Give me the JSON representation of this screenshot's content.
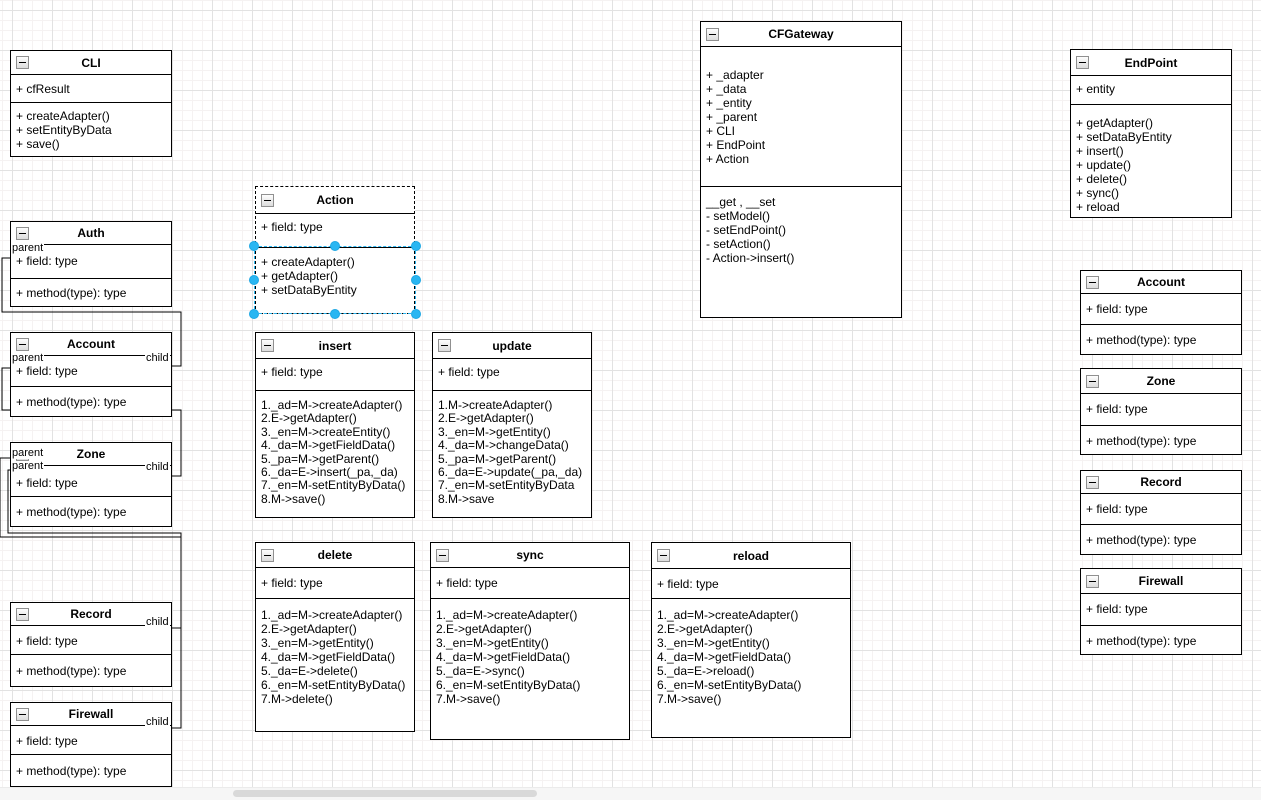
{
  "colors": {
    "box_border": "#000000",
    "box_fill": "#ffffff",
    "selection_handle": "#29b6f2",
    "grid_major": "#e2e2e2",
    "grid_minor": "#f5f2f2",
    "scrollbar_thumb": "#d9d9d9"
  },
  "classes": [
    {
      "id": "cli",
      "title": "CLI",
      "fields": [
        "+ cfResult"
      ],
      "methods": [
        "+ createAdapter()",
        "+ setEntityByData",
        "+ save()"
      ]
    },
    {
      "id": "auth",
      "title": "Auth",
      "fields": [
        "+ field: type"
      ],
      "methods": [
        "+ method(type): type"
      ]
    },
    {
      "id": "account-left",
      "title": "Account",
      "fields": [
        "+ field: type"
      ],
      "methods": [
        "+ method(type): type"
      ]
    },
    {
      "id": "zone-left",
      "title": "Zone",
      "fields": [
        "+ field: type"
      ],
      "methods": [
        "+ method(type): type"
      ]
    },
    {
      "id": "record-left",
      "title": "Record",
      "fields": [
        "+ field: type"
      ],
      "methods": [
        "+ method(type): type"
      ]
    },
    {
      "id": "firewall-left",
      "title": "Firewall",
      "fields": [
        "+ field: type"
      ],
      "methods": [
        "+ method(type): type"
      ]
    },
    {
      "id": "action",
      "title": "Action",
      "dashed": true,
      "selected": true,
      "fields": [
        "+ field: type"
      ],
      "methods": [
        "+ createAdapter()",
        "+ getAdapter()",
        "+ setDataByEntity"
      ]
    },
    {
      "id": "insert",
      "title": "insert",
      "fields": [
        "+ field: type"
      ],
      "methods": [
        "1._ad=M->createAdapter()",
        "2.E->getAdapter()",
        "3._en=M->createEntity()",
        "4._da=M->getFieldData()",
        "5._pa=M->getParent()",
        "6._da=E->insert(_pa,_da)",
        "7._en=M-setEntityByData()",
        "8.M->save()"
      ]
    },
    {
      "id": "update",
      "title": "update",
      "fields": [
        "+ field: type"
      ],
      "methods": [
        "1.M->createAdapter()",
        "2.E->getAdapter()",
        "3._en=M->getEntity()",
        "4._da=M->changeData()",
        "5._pa=M->getParent()",
        "6._da=E->update(_pa,_da)",
        "7._en=M-setEntityByData",
        "8.M->save"
      ]
    },
    {
      "id": "delete",
      "title": "delete",
      "fields": [
        "+ field: type"
      ],
      "methods": [
        "1._ad=M->createAdapter()",
        "2.E->getAdapter()",
        "3._en=M->getEntity()",
        "4._da=M->getFieldData()",
        "5._da=E->delete()",
        "6._en=M-setEntityByData()",
        "7.M->delete()"
      ]
    },
    {
      "id": "sync",
      "title": "sync",
      "fields": [
        "+ field: type"
      ],
      "methods": [
        "1._ad=M->createAdapter()",
        "2.E->getAdapter()",
        "3._en=M->getEntity()",
        "4._da=M->getFieldData()",
        "5._da=E->sync()",
        "6._en=M-setEntityByData()",
        "7.M->save()"
      ]
    },
    {
      "id": "reload",
      "title": "reload",
      "fields": [
        "+ field: type"
      ],
      "methods": [
        "1._ad=M->createAdapter()",
        "2.E->getAdapter()",
        "3._en=M->getEntity()",
        "4._da=M->getFieldData()",
        "5._da=E->reload()",
        "6._en=M-setEntityByData()",
        "7.M->save()"
      ]
    },
    {
      "id": "cfgateway",
      "title": "CFGateway",
      "fields": [
        "+ _adapter",
        "+ _data",
        "+ _entity",
        "+ _parent",
        "+ CLI",
        "+ EndPoint",
        "+ Action"
      ],
      "methods": [
        "__get , __set",
        "- setModel()",
        "- setEndPoint()",
        "- setAction()",
        "- Action->insert()"
      ]
    },
    {
      "id": "endpoint",
      "title": "EndPoint",
      "fields": [
        "+ entity"
      ],
      "methods": [
        "+ getAdapter()",
        "+ setDataByEntity",
        "+ insert()",
        "+ update()",
        "+ delete()",
        "+ sync()",
        "+ reload"
      ]
    },
    {
      "id": "account-right",
      "title": "Account",
      "fields": [
        "+ field: type"
      ],
      "methods": [
        "+ method(type): type"
      ]
    },
    {
      "id": "zone-right",
      "title": "Zone",
      "fields": [
        "+ field: type"
      ],
      "methods": [
        "+ method(type): type"
      ]
    },
    {
      "id": "record-right",
      "title": "Record",
      "fields": [
        "+ field: type"
      ],
      "methods": [
        "+ method(type): type"
      ]
    },
    {
      "id": "firewall-right",
      "title": "Firewall",
      "fields": [
        "+ field: type"
      ],
      "methods": [
        "+ method(type): type"
      ]
    }
  ],
  "edges": [
    {
      "from": "account-left",
      "to": "auth",
      "source_label": "child",
      "target_label": "parent"
    },
    {
      "from": "zone-left",
      "to": "account-left",
      "source_label": "child",
      "target_label": "parent"
    },
    {
      "from": "record-left",
      "to": "zone-left",
      "source_label": "child",
      "target_label": "parent"
    },
    {
      "from": "firewall-left",
      "to": "zone-left",
      "source_label": "child",
      "target_label": "parent"
    }
  ]
}
